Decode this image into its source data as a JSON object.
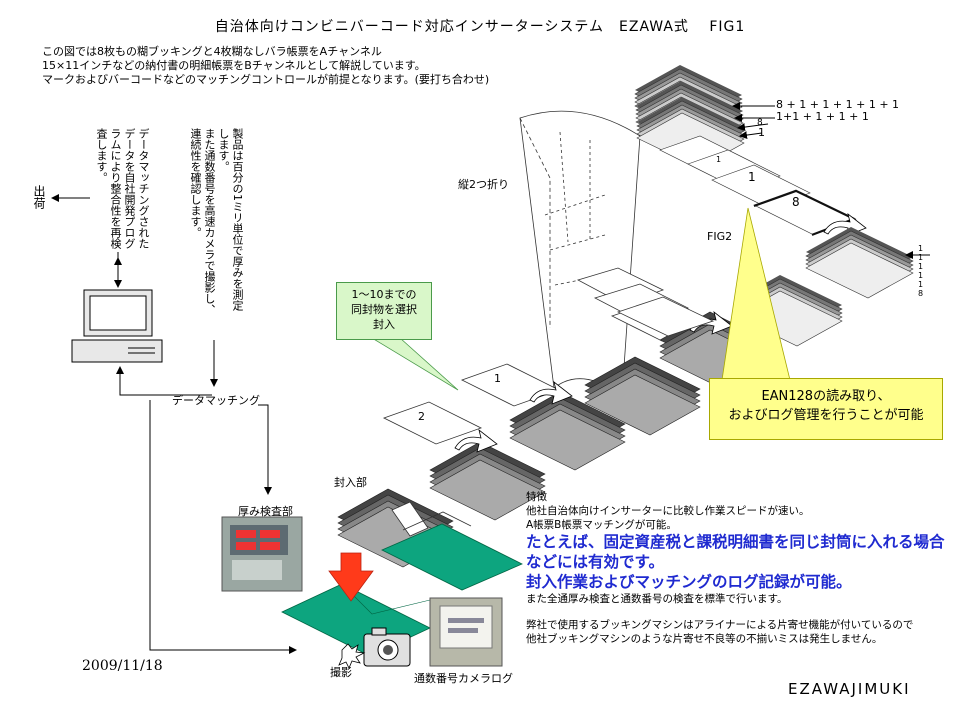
{
  "title": "自治体向けコンビニバーコード対応インサーターシステム　EZAWA式　 FIG1",
  "intro_lines": [
    "この図では8枚もの糊ブッキングと4枚糊なしバラ帳票をAチャンネル",
    "15×11インチなどの納付書の明細帳票をBチャンネルとして解説しています。",
    "マークおよびバーコードなどのマッチングコントロールが前提となります。(要打ち合わせ)"
  ],
  "vertical_notes": {
    "data_check": "データマッチングされた\nデータを自社開発プログ\nラムにより整合性を再検\n査します。",
    "thickness": "製品は百分の1ミリ単位で厚みを測定\nします。\nまた通数番号を高速カメラで撮影し、\n連続性を確認します。",
    "shukka": "出荷"
  },
  "labels": {
    "fold": "縦2つ折り",
    "fig2": "FIG2",
    "data_matching": "データマッチング",
    "insert_section": "封入部",
    "thickness_inspection": "厚み検査部",
    "shooting": "撮影",
    "camera_log": "通数番号カメラログ"
  },
  "stack_labels": {
    "row1": "8 + 1 + 1 + 1 + 1 + 1",
    "row2": "1+1 + 1 + 1 + 1",
    "s8": "8",
    "s1": "1",
    "tiny1": "1",
    "sheet1": "1",
    "sheet8": "8"
  },
  "side_numbers": [
    "1",
    "1",
    "1",
    "1",
    "1",
    "8"
  ],
  "sheet_numbers": {
    "one": "1",
    "two": "2"
  },
  "callout_green": "1〜10までの\n同封物を選択\n封入",
  "callout_yellow": "EAN128の読み取り、\nおよびログ管理を行うことが可能",
  "features": {
    "heading": "特徴",
    "line1": "他社自治体向けインサーターに比較し作業スピードが速い。",
    "line2": "A帳票B帳票マッチングが可能。",
    "big1": "たとえば、固定資産税と課税明細書を同じ封筒に入れる場合などには有効です。",
    "big2": "封入作業およびマッチングのログ記録が可能。",
    "line3": "また全通厚み検査と通数番号の検査を標準で行います。",
    "line4": "弊社で使用するブッキングマシンはアライナーによる片寄せ機能が付いているので",
    "line5": "他社ブッキングマシンのような片寄せ不良等の不揃いミスは発生しません。"
  },
  "date": "2009/11/18",
  "signature": "EZAWAJIMUKI",
  "colors": {
    "green_envelope": "#0da57f",
    "red_arrow": "#ff3a1a",
    "yellow_callout": "#ffff8c",
    "green_callout": "#d9f7c9",
    "blue_text": "#1f2ad0"
  }
}
